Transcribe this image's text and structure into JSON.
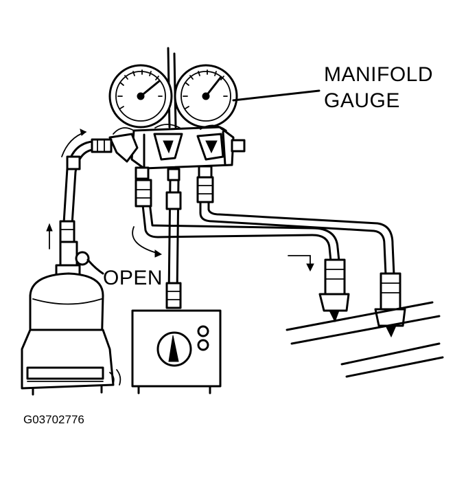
{
  "labels": {
    "manifold_line1": "MANIFOLD",
    "manifold_line2": "GAUGE",
    "open": "OPEN",
    "figure_code": "G03702776"
  },
  "icons": [
    "manifold-gauge-icon",
    "refrigerant-tank-icon",
    "scale-icon",
    "vacuum-pump-icon",
    "service-port-icon"
  ]
}
